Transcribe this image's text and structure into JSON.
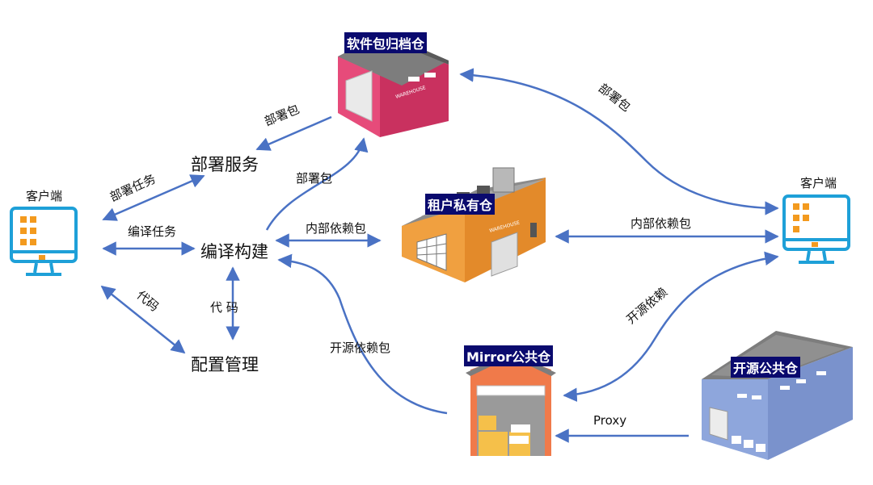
{
  "warehouses": {
    "archive": {
      "title": "软件包归档仓",
      "sign": "WAREHOUSE"
    },
    "tenant": {
      "title": "租户私有仓",
      "sign": "WAREHOUSE"
    },
    "mirror": {
      "title": "Mirror公共仓"
    },
    "opensource": {
      "title": "开源公共仓"
    }
  },
  "nodes": {
    "deploy_service": "部署服务",
    "build": "编译构建",
    "config_mgmt": "配置管理"
  },
  "clients": {
    "left": "客户端",
    "right": "客户端"
  },
  "edges": {
    "archive_to_deploy": "部署包",
    "build_to_archive": "部署包",
    "archive_to_client": "部署包",
    "deploy_task": "部署任务",
    "build_task": "编译任务",
    "client_code": "代码",
    "build_config_code": "代  码",
    "internal_dep_build": "内部依赖包",
    "internal_dep_client": "内部依赖包",
    "opensource_dep_build": "开源依赖包",
    "opensource_dep_client": "开源依赖",
    "proxy": "Proxy"
  },
  "colors": {
    "arrow": "#4a72c4",
    "client_blue": "#1ea0d8",
    "client_orange": "#f39a1e",
    "archive_pink": "#e64b7a",
    "tenant_orange": "#f0a040",
    "mirror_orange": "#f07a4a",
    "opensource_blue": "#8ea6dc",
    "roof_gray": "#7d7d7d",
    "title_bg": "#0a0a6e"
  }
}
